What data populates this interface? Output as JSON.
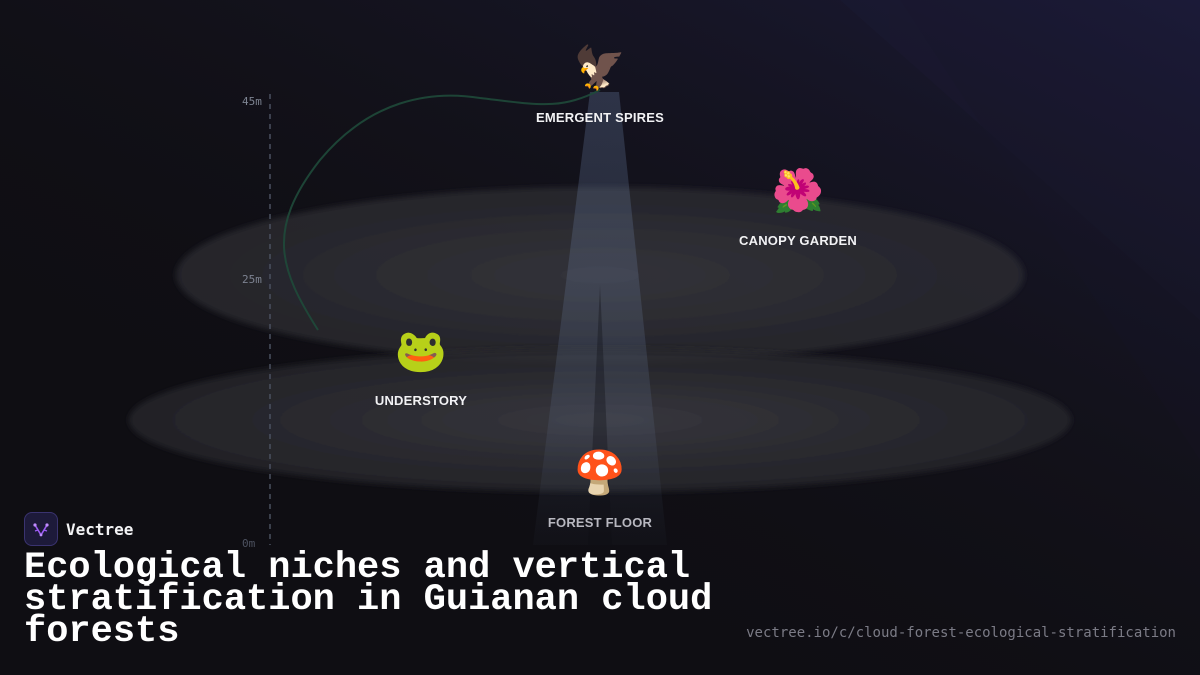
{
  "brand": {
    "name": "Vectree",
    "logo_icon": "tree-logo-icon",
    "logo_color": "#9d5cf5"
  },
  "title": "Ecological niches and vertical stratification in Guianan cloud forests",
  "url": "vectree.io/c/cloud-forest-ecological-stratification",
  "height_axis": {
    "ticks": [
      {
        "label": "45m",
        "value": 45
      },
      {
        "label": "25m",
        "value": 25
      },
      {
        "label": "0m",
        "value": 0
      }
    ]
  },
  "layers": [
    {
      "id": "emergent",
      "label": "EMERGENT SPIRES",
      "icon": "🦅",
      "icon_name": "eagle-icon"
    },
    {
      "id": "canopy",
      "label": "CANOPY GARDEN",
      "icon": "🌺",
      "icon_name": "hibiscus-icon"
    },
    {
      "id": "understory",
      "label": "UNDERSTORY",
      "icon": "🐸",
      "icon_name": "frog-icon"
    },
    {
      "id": "floor",
      "label": "FOREST FLOOR",
      "icon": "🍄",
      "icon_name": "mushroom-icon"
    }
  ],
  "colors": {
    "background": "#0f0e13",
    "accent_curve": "#1f4a3a",
    "light_beam": "#8aa7d8"
  }
}
